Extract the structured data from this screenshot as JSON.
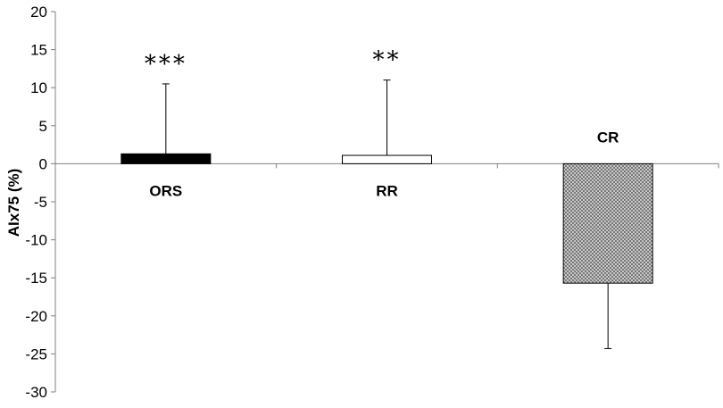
{
  "chart_data": {
    "type": "bar",
    "categories": [
      "ORS",
      "RR",
      "CR"
    ],
    "values": [
      1.3,
      1.1,
      -15.7
    ],
    "error_bars": [
      9.2,
      9.9,
      8.6
    ],
    "error_direction": [
      "up",
      "up",
      "down"
    ],
    "significance": [
      "***",
      "**",
      ""
    ],
    "bar_styles": [
      {
        "fill": "#000000",
        "pattern": "solid"
      },
      {
        "fill": "#ffffff",
        "pattern": "solid"
      },
      {
        "fill": "#bdbdbd",
        "pattern": "crosshatch"
      }
    ],
    "ylabel": "AIx75 (%)",
    "ylim": [
      -30,
      20
    ],
    "yticks": [
      20,
      15,
      10,
      5,
      0,
      -5,
      -10,
      -15,
      -20,
      -25,
      -30
    ],
    "ytick_labels": [
      "20",
      "15",
      "10",
      "5",
      "0",
      "-5",
      "-10",
      "-15",
      "-20",
      "-25",
      "-30"
    ],
    "grid": false,
    "legend": "none"
  }
}
